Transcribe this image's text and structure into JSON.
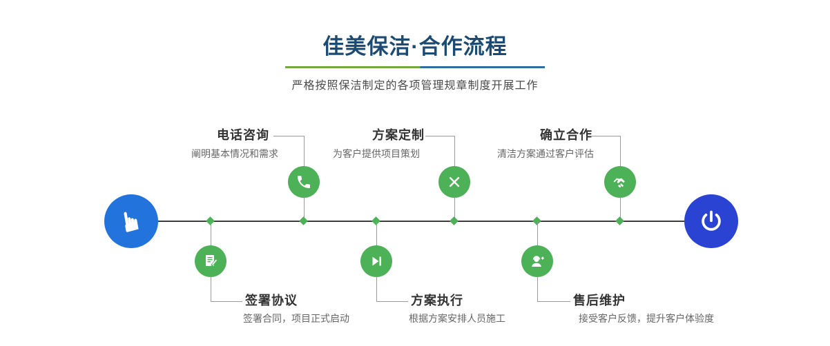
{
  "header": {
    "title": "佳美保洁·合作流程",
    "subtitle": "严格按照保洁制定的各项管理规章制度开展工作"
  },
  "process": {
    "start_icon": "hand-pointer-icon",
    "end_icon": "power-icon",
    "steps_top": [
      {
        "label": "电话咨询",
        "desc": "阐明基本情况和需求",
        "icon": "phone-icon"
      },
      {
        "label": "方案定制",
        "desc": "为客户提供项目策划",
        "icon": "pencil-ruler-icon"
      },
      {
        "label": "确立合作",
        "desc": "清洁方案通过客户评估",
        "icon": "handshake-icon"
      }
    ],
    "steps_bottom": [
      {
        "label": "签署协议",
        "desc": "签署合同，项目正式启动",
        "icon": "sign-contract-icon"
      },
      {
        "label": "方案执行",
        "desc": "根据方案安排人员施工",
        "icon": "play-icon"
      },
      {
        "label": "售后维护",
        "desc": "接受客户反馈，提升客户体验度",
        "icon": "customer-service-icon"
      }
    ]
  },
  "colors": {
    "title_navy": "#1b4a73",
    "step_green": "#4db157",
    "endpoint_blue_left": "#2273db",
    "endpoint_blue_right": "#2b43d3",
    "underline_green": "#76a93c",
    "underline_blue": "#2e6da4",
    "timeline_dark": "#3c3c3c",
    "connector_gray": "#9b9b9b"
  }
}
